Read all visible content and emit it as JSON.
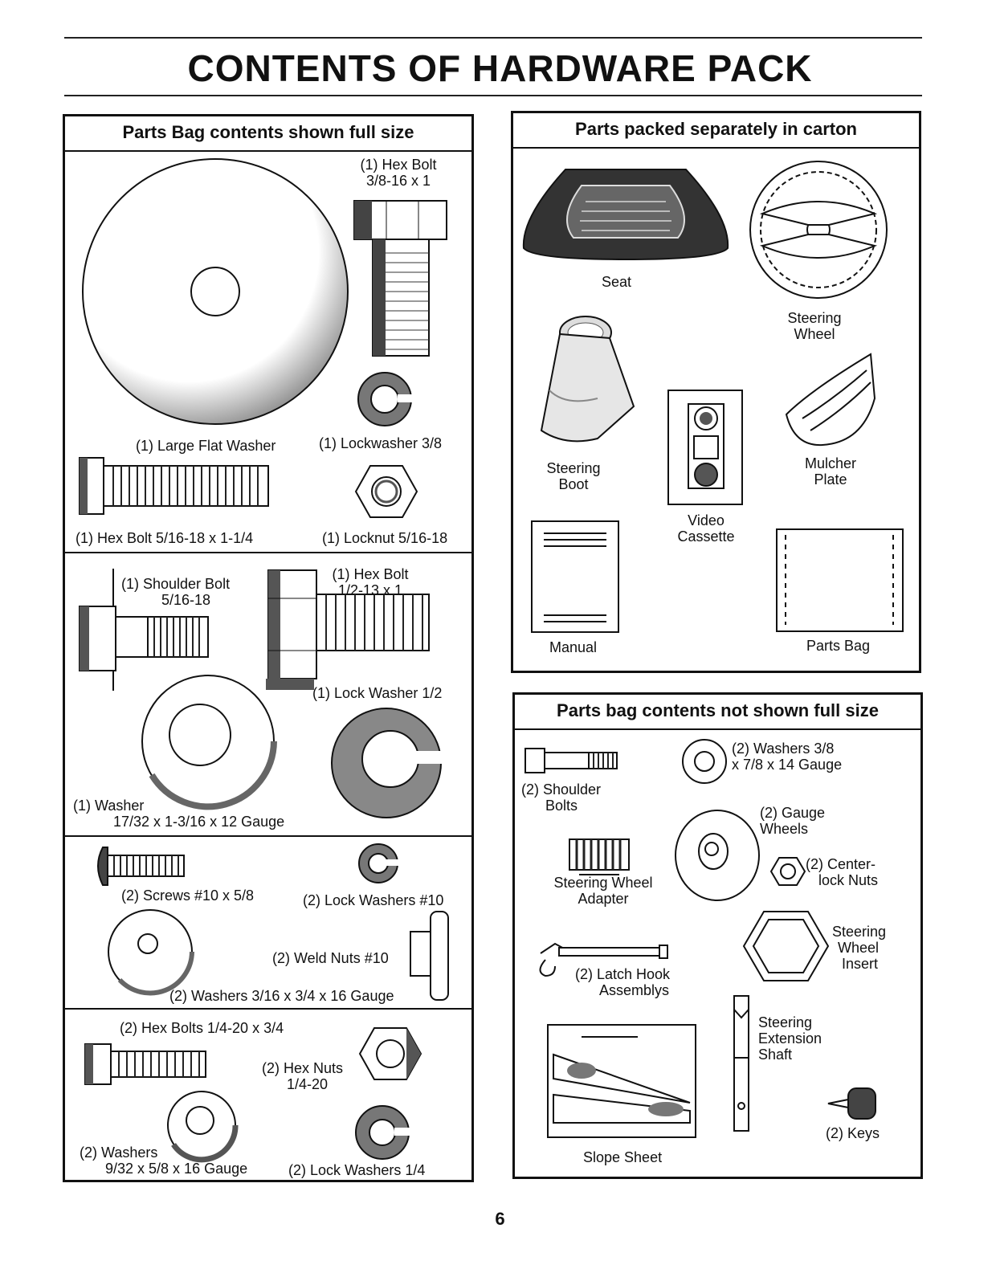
{
  "title": "CONTENTS OF HARDWARE PACK",
  "page_number": "6",
  "left_panel": {
    "heading": "Parts Bag contents shown full size",
    "hex_bolt_38_qty": "(1) Hex Bolt",
    "hex_bolt_38_size": "3/8-16 x 1",
    "large_flat_washer": "(1) Large Flat Washer",
    "lockwasher_38": "(1) Lockwasher  3/8",
    "hex_bolt_516": "(1) Hex Bolt  5/16-18 x 1-1/4",
    "locknut_516": "(1) Locknut  5/16-18",
    "shoulder_bolt_qty": "(1) Shoulder Bolt",
    "shoulder_bolt_size": "5/16-18",
    "hex_bolt_12_qty": "(1) Hex Bolt",
    "hex_bolt_12_size": "1/2-13 x 1",
    "lock_washer_12": "(1) Lock Washer  1/2",
    "washer_qty": "(1) Washer",
    "washer_size": "17/32 x 1-3/16 x 12 Gauge",
    "screws": "(2) Screws  #10 x 5/8",
    "lock_washers_10": "(2) Lock Washers  #10",
    "weld_nuts": "(2) Weld Nuts  #10",
    "washers_316": "(2) Washers  3/16 x 3/4 x 16 Gauge",
    "hex_bolts_14": "(2) Hex Bolts  1/4-20 x 3/4",
    "hex_nuts_qty": "(2) Hex Nuts",
    "hex_nuts_size": "1/4-20",
    "washers_932_qty": "(2) Washers",
    "washers_932_size": "9/32  x 5/8 x 16 Gauge",
    "lock_washers_14": "(2) Lock Washers  1/4"
  },
  "carton_panel": {
    "heading": "Parts packed separately in carton",
    "seat": "Seat",
    "steering_wheel_1": "Steering",
    "steering_wheel_2": "Wheel",
    "steering_boot_1": "Steering",
    "steering_boot_2": "Boot",
    "video_cassette_1": "Video",
    "video_cassette_2": "Cassette",
    "mulcher_plate_1": "Mulcher",
    "mulcher_plate_2": "Plate",
    "manual": "Manual",
    "parts_bag": "Parts Bag"
  },
  "not_full_panel": {
    "heading": "Parts bag contents not shown full size",
    "washers_38_1": "(2) Washers  3/8",
    "washers_38_2": "x 7/8 x 14 Gauge",
    "shoulder_bolts_1": "(2) Shoulder",
    "shoulder_bolts_2": "Bolts",
    "gauge_wheels_1": "(2) Gauge",
    "gauge_wheels_2": "Wheels",
    "adapter_1": "Steering Wheel",
    "adapter_2": "Adapter",
    "center_nuts_1": "(2) Center-",
    "center_nuts_2": "lock Nuts",
    "insert_1": "Steering",
    "insert_2": "Wheel",
    "insert_3": "Insert",
    "latch_1": "(2) Latch Hook",
    "latch_2": "Assemblys",
    "shaft_1": "Steering",
    "shaft_2": "Extension",
    "shaft_3": "Shaft",
    "keys": "(2) Keys",
    "slope_sheet": "Slope Sheet"
  }
}
